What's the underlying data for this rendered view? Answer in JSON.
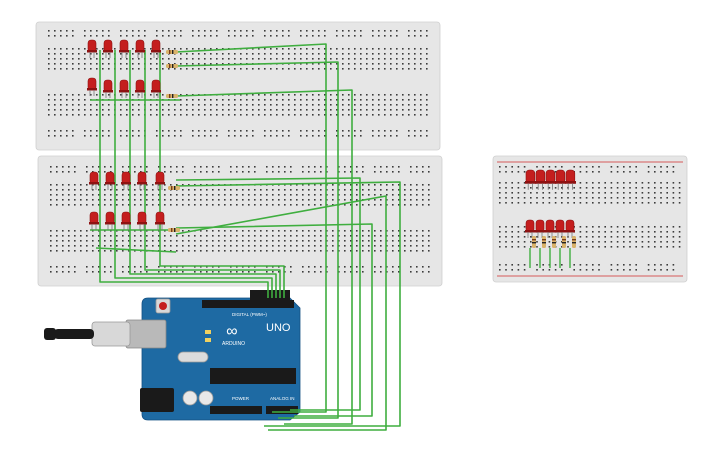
{
  "colors": {
    "breadboard": "#e6e6e6",
    "breadboard_edge": "#cfcfcf",
    "hole": "#3c3c3c",
    "wire_green": "#3fae3f",
    "led_red": "#c41e1e",
    "led_dark": "#8e1212",
    "rail_red": "#d22a2a",
    "rail_blue": "#3b5fd6",
    "arduino_blue": "#1e6aa3",
    "arduino_dark": "#145083",
    "header_black": "#1a1a1a",
    "chip": "#222222",
    "usb_metal": "#b9b9b9",
    "resistor_body": "#d9b36a"
  },
  "icons": [
    "arduino-infinity-logo",
    "usb-cable-icon",
    "reset-button-icon",
    "power-jack-icon"
  ],
  "arduino": {
    "model": "UNO",
    "brand": "ARDUINO",
    "digital_label": "DIGITAL (PWM~)",
    "analog_label": "ANALOG IN",
    "power_label": "POWER",
    "logo_symbol": "∞"
  }
}
